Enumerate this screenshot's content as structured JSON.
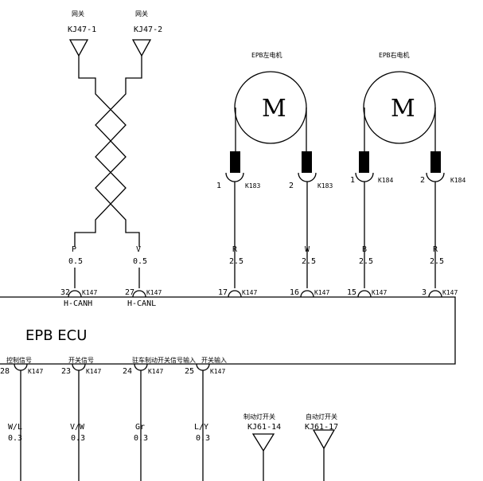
{
  "connectors_top": [
    {
      "title": "网关",
      "code": "KJ47-1"
    },
    {
      "title": "网关",
      "code": "KJ47-2"
    }
  ],
  "motors": [
    {
      "title": "EPB左电机",
      "symbol": "M",
      "pin_a": "1",
      "pin_b": "2",
      "conn_a": "K183",
      "conn_b": "K183"
    },
    {
      "title": "EPB右电机",
      "symbol": "M",
      "pin_a": "1",
      "pin_b": "2",
      "conn_a": "K184",
      "conn_b": "K184"
    }
  ],
  "wires_top": [
    {
      "color": "P",
      "size": "0.5",
      "pin": "32",
      "conn": "K147",
      "signal": "H-CANH"
    },
    {
      "color": "V",
      "size": "0.5",
      "pin": "27",
      "conn": "K147",
      "signal": "H-CANL"
    },
    {
      "color": "R",
      "size": "2.5",
      "pin": "17",
      "conn": "K147"
    },
    {
      "color": "W",
      "size": "2.5",
      "pin": "16",
      "conn": "K147"
    },
    {
      "color": "B",
      "size": "2.5",
      "pin": "15",
      "conn": "K147"
    },
    {
      "color": "R",
      "size": "2.5",
      "pin": "3",
      "conn": "K147"
    }
  ],
  "ecu": {
    "label": "EPB ECU"
  },
  "wires_bottom": [
    {
      "pin": "28",
      "conn": "K147",
      "desc": "控制信号",
      "color": "W/L",
      "size": "0.3"
    },
    {
      "pin": "23",
      "conn": "K147",
      "desc": "开关信号",
      "color": "V/W",
      "size": "0.3"
    },
    {
      "pin": "24",
      "conn": "K147",
      "desc": "驻车制动开关信号输入",
      "color": "Gr",
      "size": "0.3"
    },
    {
      "pin": "25",
      "conn": "K147",
      "desc": "开关输入",
      "color": "L/Y",
      "size": "0.3"
    }
  ],
  "connectors_bottom": [
    {
      "title": "制动灯开关",
      "code": "KJ61-14"
    },
    {
      "title": "自动灯开关",
      "code": "KJ61-17"
    }
  ]
}
